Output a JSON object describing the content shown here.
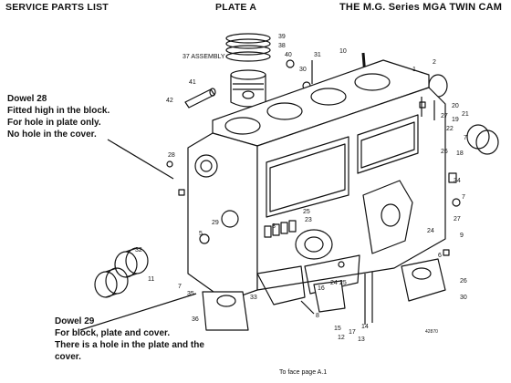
{
  "header": {
    "left": "SERVICE PARTS LIST",
    "center": "PLATE A",
    "right": "THE M.G. Series MGA TWIN CAM"
  },
  "notes": {
    "dowel28": [
      "Dowel 28",
      "Fitted high in the block.",
      "For hole in plate only.",
      "No hole in the cover."
    ],
    "dowel29": [
      "Dowel 29",
      "For block, plate and cover.",
      "There is a hole in the plate and the",
      "cover."
    ]
  },
  "footer": "To face page A.1",
  "stamp": "42870",
  "callouts": [
    "39",
    "38",
    "37 ASSEMBLY",
    "40",
    "30",
    "31",
    "10",
    "1",
    "2",
    "41",
    "42",
    "20",
    "19",
    "21",
    "27",
    "22",
    "7",
    "28",
    "18",
    "26",
    "34",
    "7",
    "25",
    "23",
    "24",
    "3",
    "29",
    "9",
    "27",
    "6",
    "32",
    "5",
    "11",
    "7",
    "16",
    "24",
    "25",
    "26",
    "35",
    "33",
    "30",
    "36",
    "8",
    "15",
    "12",
    "14",
    "13",
    "17"
  ]
}
